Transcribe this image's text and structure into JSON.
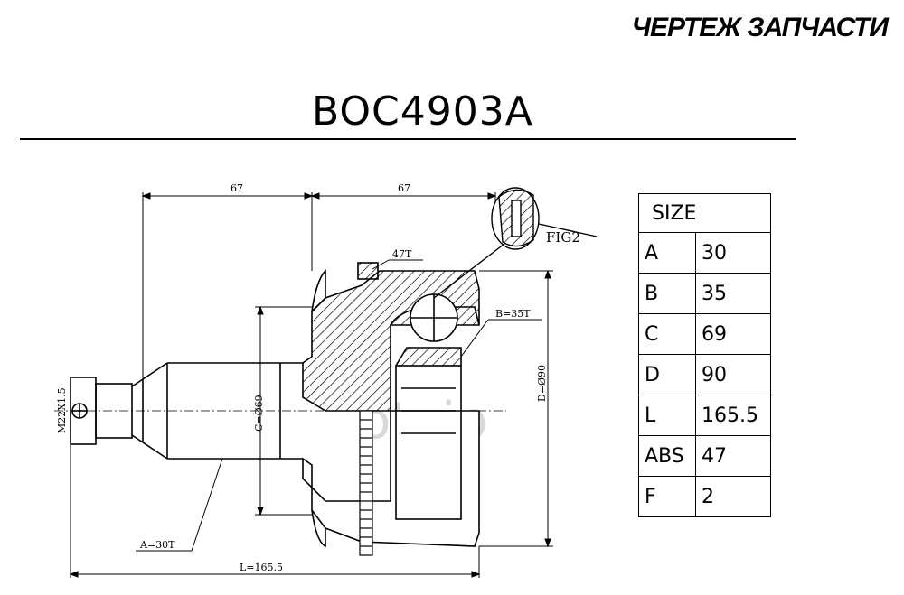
{
  "brand": "ЧЕРТЕЖ ЗАПЧАСТИ",
  "part_number": "BOC4903A",
  "drawing": {
    "dim_top_left": "67",
    "dim_top_right": "67",
    "abs_label": "47T",
    "fig_label": "FIG2",
    "spline_b": "B=35T",
    "spline_a": "A=30T",
    "dim_c": "C=Ø69",
    "dim_d": "D=Ø90",
    "thread": "M22X1.5",
    "length": "L=165.5",
    "watermark": "otoip"
  },
  "size_table": {
    "header": "SIZE",
    "rows": [
      {
        "key": "A",
        "value": "30"
      },
      {
        "key": "B",
        "value": "35"
      },
      {
        "key": "C",
        "value": "69"
      },
      {
        "key": "D",
        "value": "90"
      },
      {
        "key": "L",
        "value": "165.5"
      },
      {
        "key": "ABS",
        "value": "47"
      },
      {
        "key": "F",
        "value": "2"
      }
    ]
  }
}
